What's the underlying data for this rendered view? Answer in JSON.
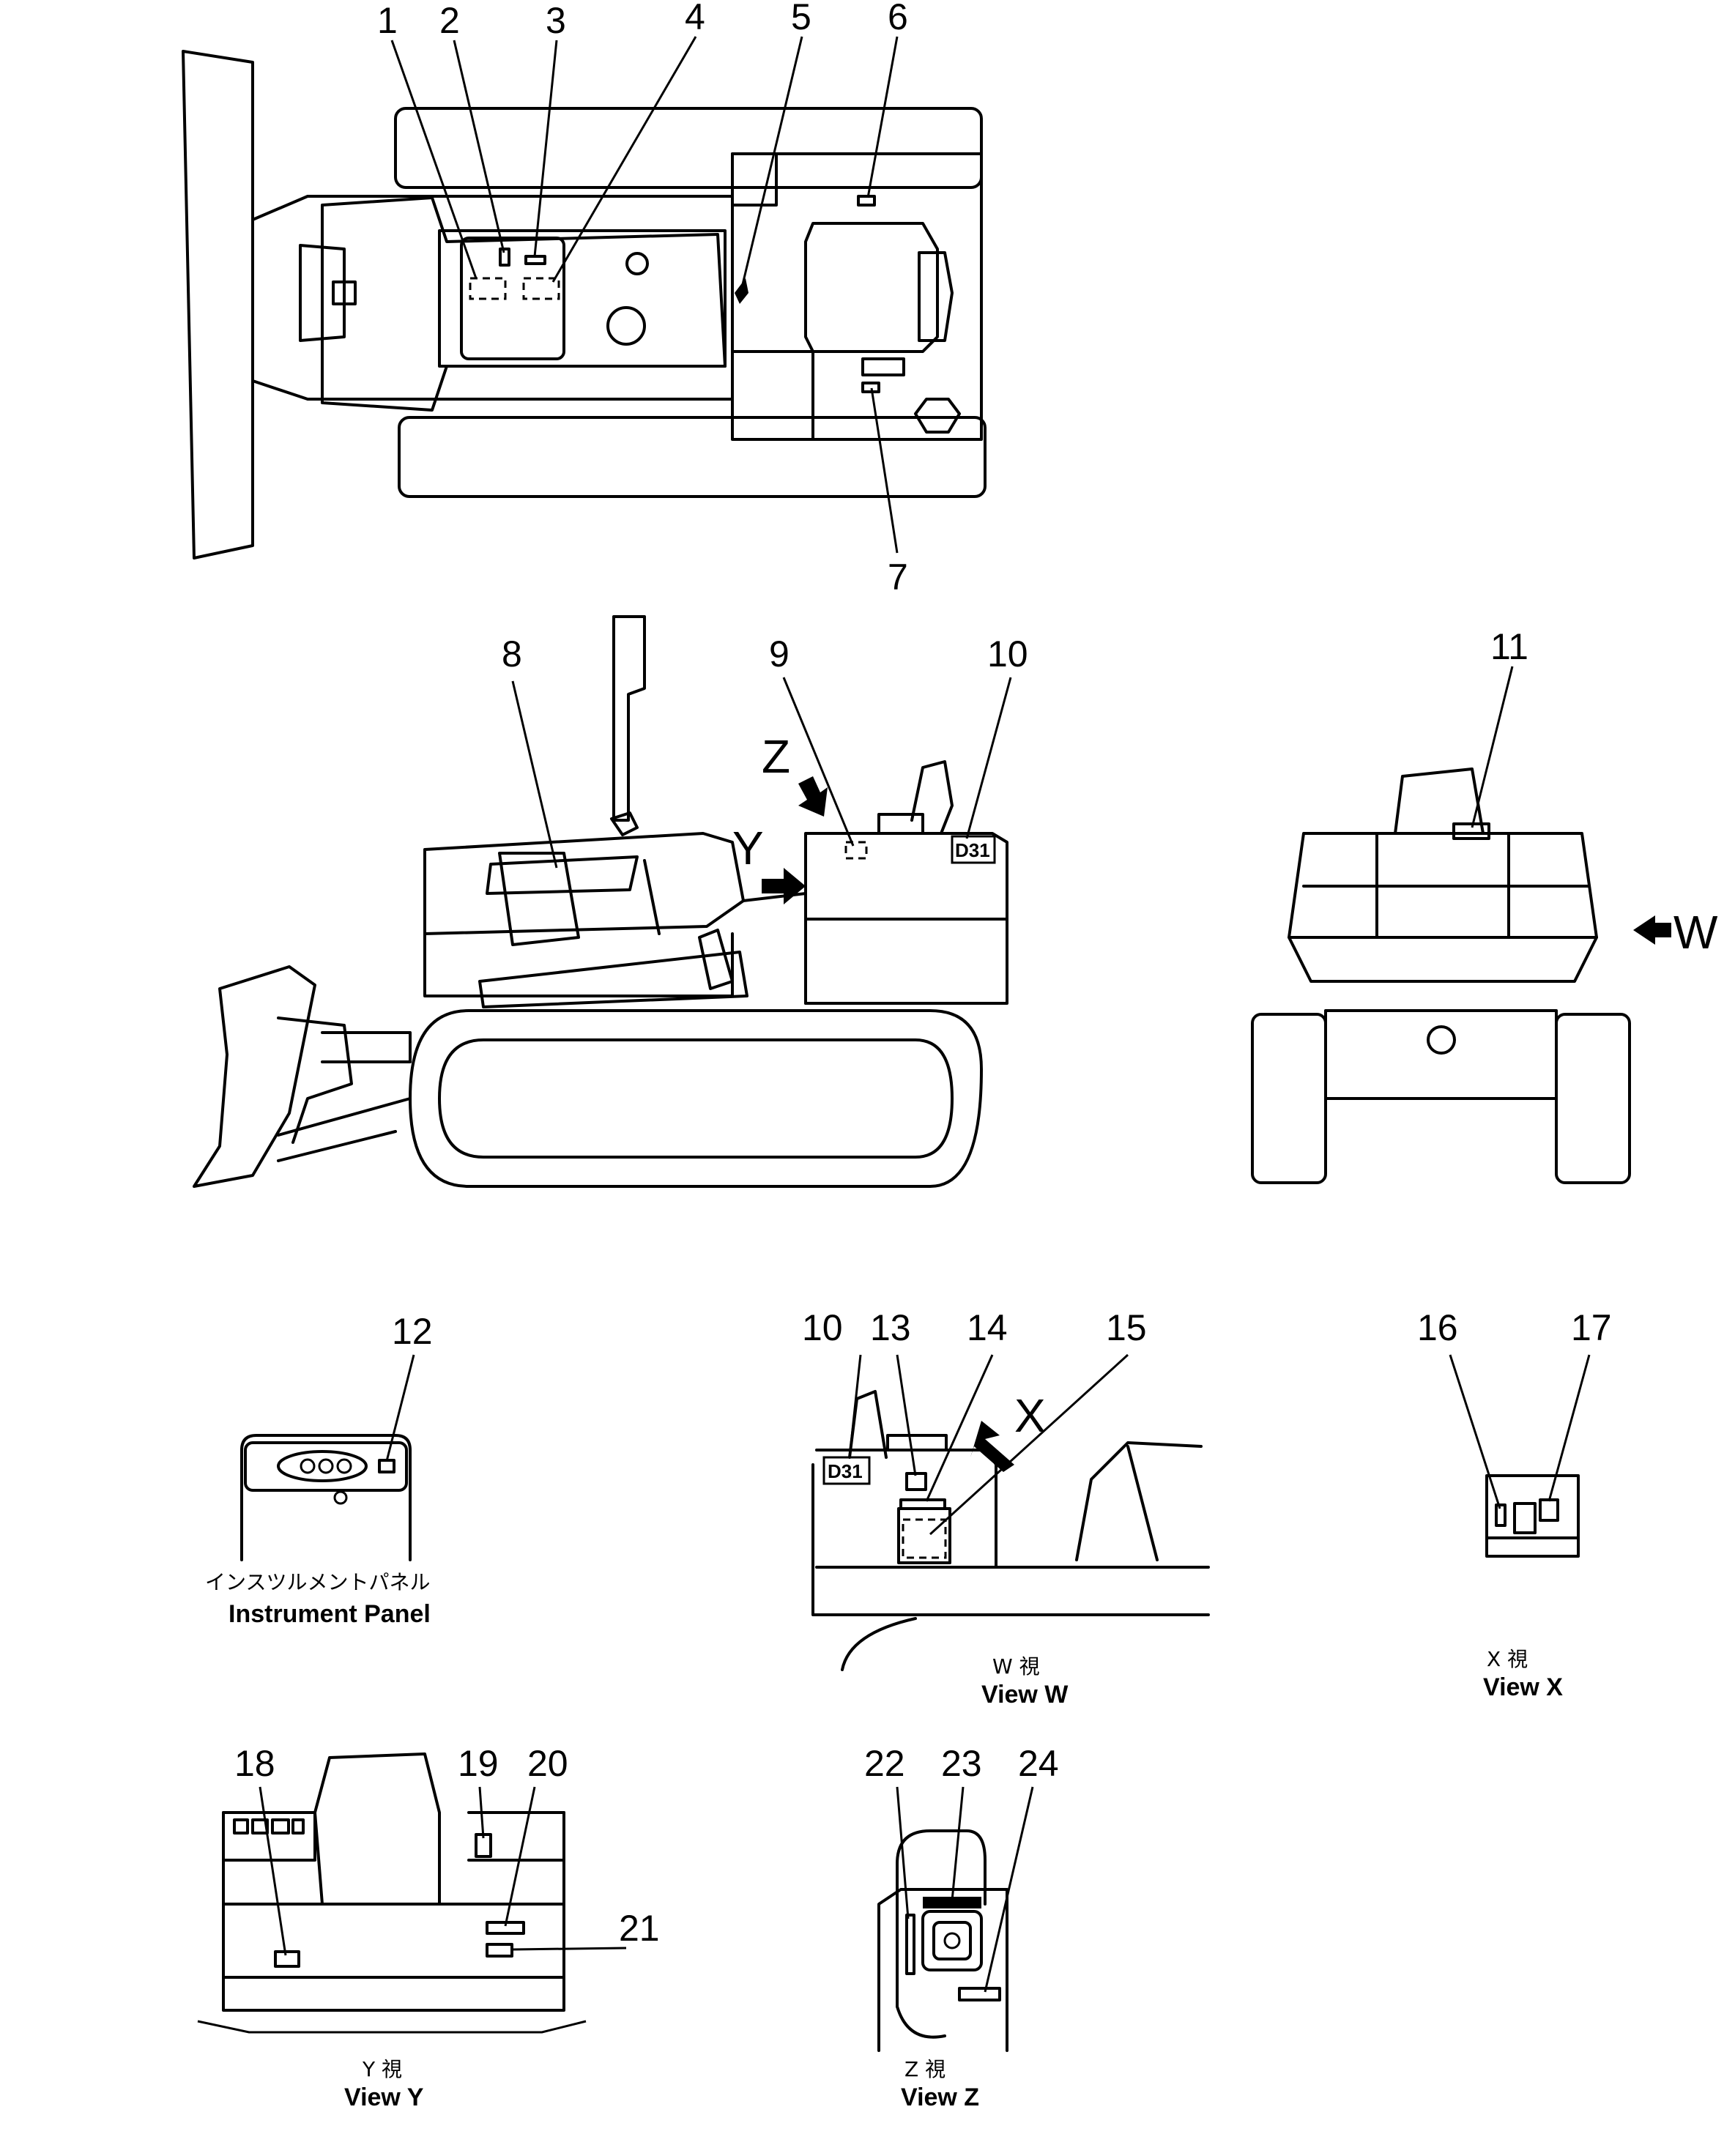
{
  "callouts": [
    "1",
    "2",
    "3",
    "4",
    "5",
    "6",
    "7",
    "8",
    "9",
    "10",
    "11",
    "12",
    "13",
    "14",
    "15",
    "16",
    "17",
    "18",
    "19",
    "20",
    "21",
    "22",
    "23",
    "24"
  ],
  "view_arrows": {
    "w": "W",
    "x": "X",
    "y": "Y",
    "z": "Z"
  },
  "marking_text": "D31",
  "views": {
    "instrument_panel": {
      "jp": "インスツルメントパネル",
      "en": "Instrument Panel"
    },
    "view_w": {
      "jp": "W 視",
      "en": "View W"
    },
    "view_x": {
      "jp": "X 視",
      "en": "View X"
    },
    "view_y": {
      "jp": "Y 視",
      "en": "View Y"
    },
    "view_z": {
      "jp": "Z 視",
      "en": "View Z"
    }
  }
}
